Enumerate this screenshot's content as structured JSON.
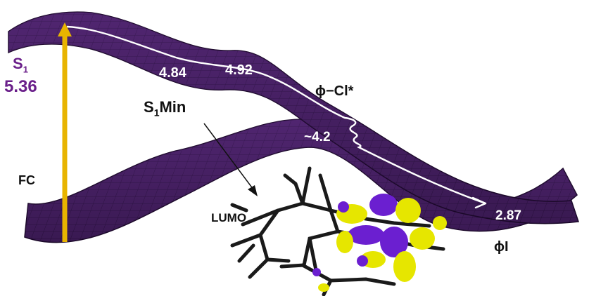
{
  "labels": {
    "s1": "S",
    "s1_sub": "1",
    "s1_energy": "5.36",
    "fc": "FC",
    "energy_a": "4.84",
    "energy_b": "4.92",
    "s1min": "S",
    "s1min_sub": "1",
    "s1min_word": "Min",
    "s1min_extra": "",
    "picl": "ϕ−Cl*",
    "picl_extra": "",
    "energy_barrier": "~4.2",
    "lumo": "LUMO",
    "energy_end": "2.87",
    "product": "ϕI"
  },
  "colors": {
    "surface": "#4a2268",
    "surface_grid": "#2a1240",
    "arrow": "#e8b400",
    "path": "#ffffff",
    "orbital_purple": "#6b1fd0",
    "orbital_yellow": "#e6e600",
    "molecule": "#1a1a1a"
  }
}
